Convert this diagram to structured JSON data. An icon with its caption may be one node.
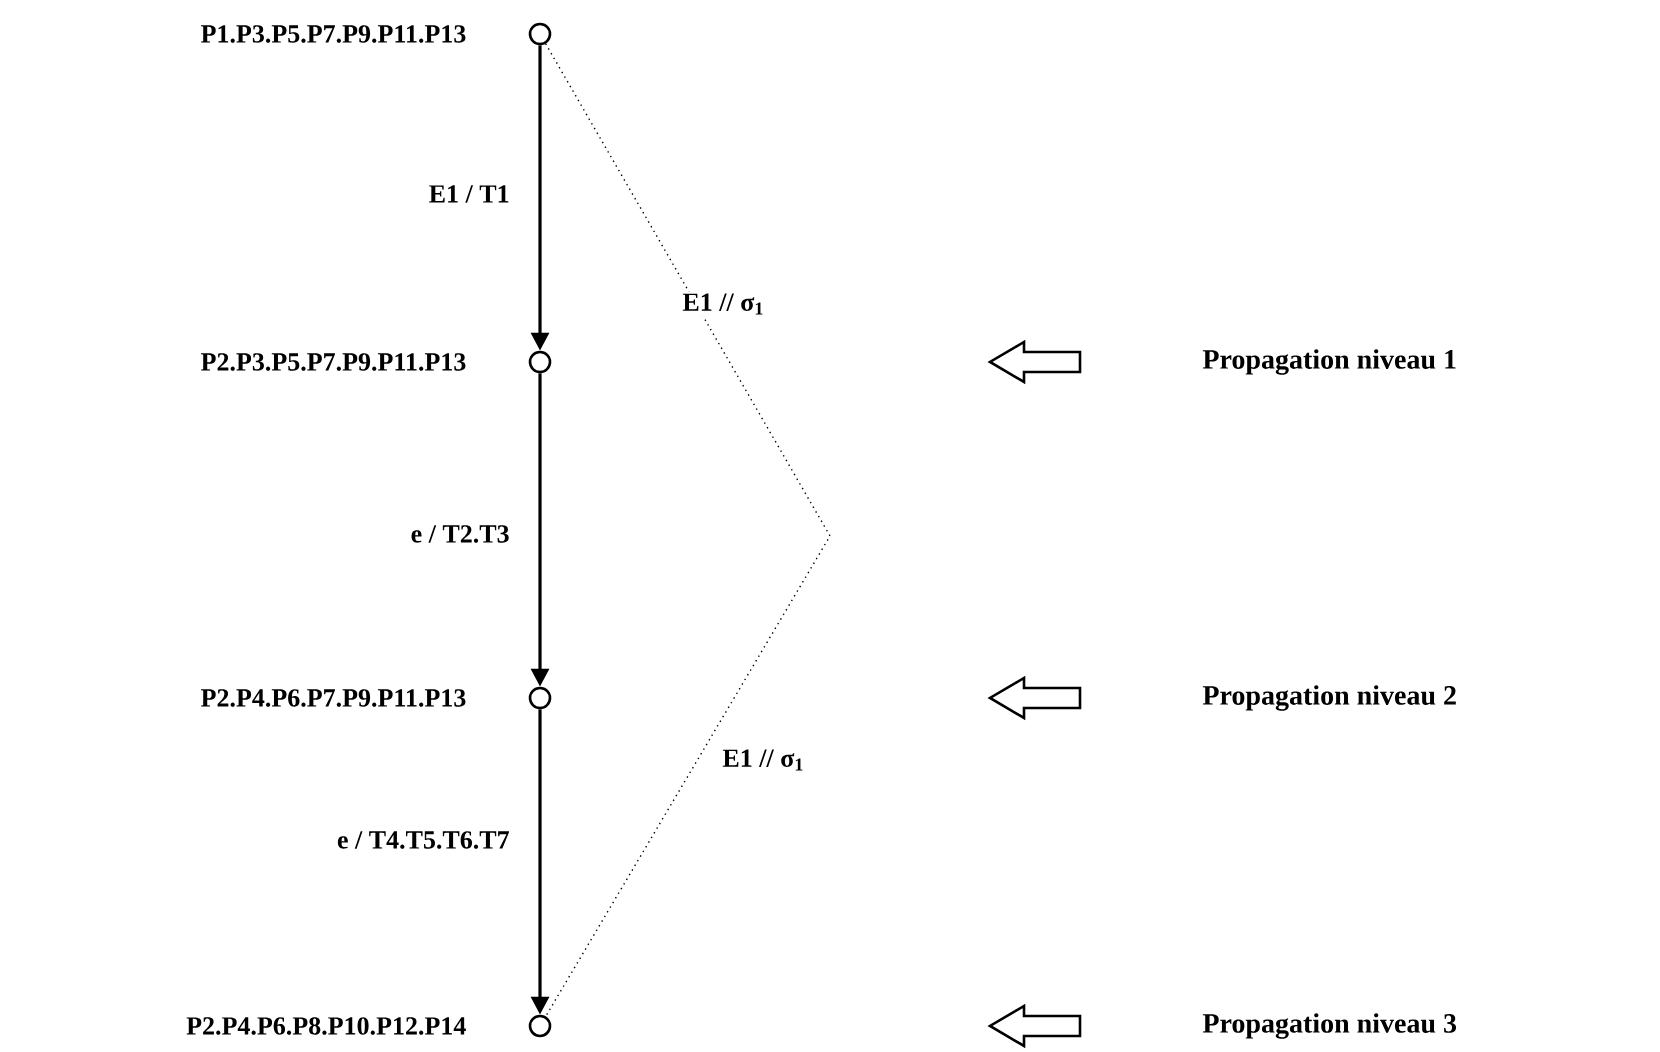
{
  "diagram": {
    "nodes": [
      {
        "text": [],
        "shape": "circle",
        "beside": [
          "P1.P3.P5.P7.P9.P11.P13"
        ]
      },
      {
        "text": [],
        "shape": "circle",
        "beside": [
          "P2.P3.P5.P7.P9.P11.P13"
        ]
      },
      {
        "text": [],
        "shape": "circle",
        "beside": [
          "P2.P4.P6.P7.P9.P11.P13"
        ]
      },
      {
        "text": [],
        "shape": "circle",
        "beside": [
          "P2.P4.P6.P8.P10.P12.P14"
        ]
      },
      {
        "text": [
          "Propagation niveau 1"
        ]
      },
      {
        "text": [
          "Propagation niveau 2"
        ]
      },
      {
        "text": [
          "Propagation niveau 3"
        ]
      }
    ],
    "edges": [
      {
        "from": 0,
        "to": 1,
        "arrow": "to",
        "label": "E1 / T1"
      },
      {
        "from": 1,
        "to": 2,
        "arrow": "to",
        "label": "e  / T2.T3"
      },
      {
        "from": 2,
        "to": 3,
        "arrow": "to",
        "label": "e  / T4.T5.T6.T7"
      },
      {
        "from": 0,
        "to": 3,
        "arrow": "none",
        "style": "dashed",
        "label": "E1 // σ$_{1}$"
      }
    ],
    "labels": [
      "E1 // σ$_{1}$"
    ]
  }
}
